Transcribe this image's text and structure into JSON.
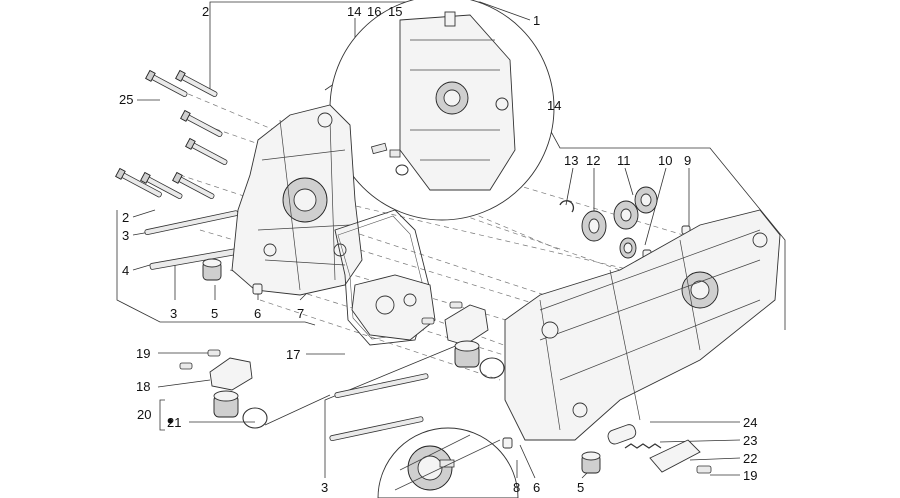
{
  "callouts": [
    {
      "id": "c2a",
      "text": "2"
    },
    {
      "id": "c14a",
      "text": "14"
    },
    {
      "id": "c16",
      "text": "16"
    },
    {
      "id": "c15",
      "text": "15"
    },
    {
      "id": "c1",
      "text": "1"
    },
    {
      "id": "c25",
      "text": "25"
    },
    {
      "id": "c14b",
      "text": "14"
    },
    {
      "id": "c13",
      "text": "13"
    },
    {
      "id": "c12",
      "text": "12"
    },
    {
      "id": "c11",
      "text": "11"
    },
    {
      "id": "c10",
      "text": "10"
    },
    {
      "id": "c9",
      "text": "9"
    },
    {
      "id": "c2b",
      "text": "2"
    },
    {
      "id": "c3a",
      "text": "3"
    },
    {
      "id": "c4",
      "text": "4"
    },
    {
      "id": "c3b",
      "text": "3"
    },
    {
      "id": "c5a",
      "text": "5"
    },
    {
      "id": "c6a",
      "text": "6"
    },
    {
      "id": "c7",
      "text": "7"
    },
    {
      "id": "c17",
      "text": "17"
    },
    {
      "id": "c19a",
      "text": "19"
    },
    {
      "id": "c18",
      "text": "18"
    },
    {
      "id": "c20",
      "text": "20"
    },
    {
      "id": "c21",
      "text": "21"
    },
    {
      "id": "c24",
      "text": "24"
    },
    {
      "id": "c23",
      "text": "23"
    },
    {
      "id": "c22",
      "text": "22"
    },
    {
      "id": "c19b",
      "text": "19"
    },
    {
      "id": "c3c",
      "text": "3"
    },
    {
      "id": "c8",
      "text": "8"
    },
    {
      "id": "c6b",
      "text": "6"
    },
    {
      "id": "c5b",
      "text": "5"
    }
  ]
}
